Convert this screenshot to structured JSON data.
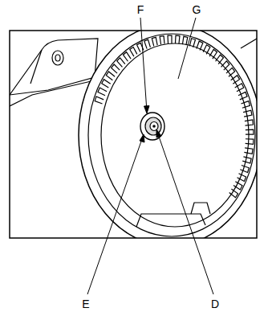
{
  "diagram": {
    "labels": [
      "F",
      "G",
      "E",
      "D"
    ]
  }
}
